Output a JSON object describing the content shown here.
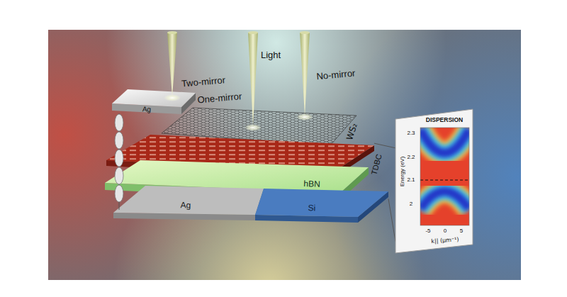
{
  "diagram": {
    "nodes": [
      {
        "text": [
          "Ag"
        ]
      },
      {
        "text": [
          "WS₂"
        ]
      },
      {
        "text": [
          "TDBC"
        ]
      },
      {
        "text": [
          "hBN"
        ]
      },
      {
        "text": [
          "Ag"
        ]
      },
      {
        "text": [
          "Si"
        ]
      },
      {
        "text": [
          "DISPERSION",
          "Energy (eV)",
          "k|| (μm⁻¹)"
        ]
      }
    ],
    "edges": [
      {
        "from": 2,
        "to": 6,
        "arrow": "none"
      },
      {
        "from": 5,
        "to": 6,
        "arrow": "none"
      }
    ],
    "labels": [
      "Light",
      "Two-mirror",
      "One-mirror",
      "No-mirror",
      "2.3",
      "2.2",
      "2.1",
      "2",
      "-5",
      "0",
      "5"
    ]
  }
}
